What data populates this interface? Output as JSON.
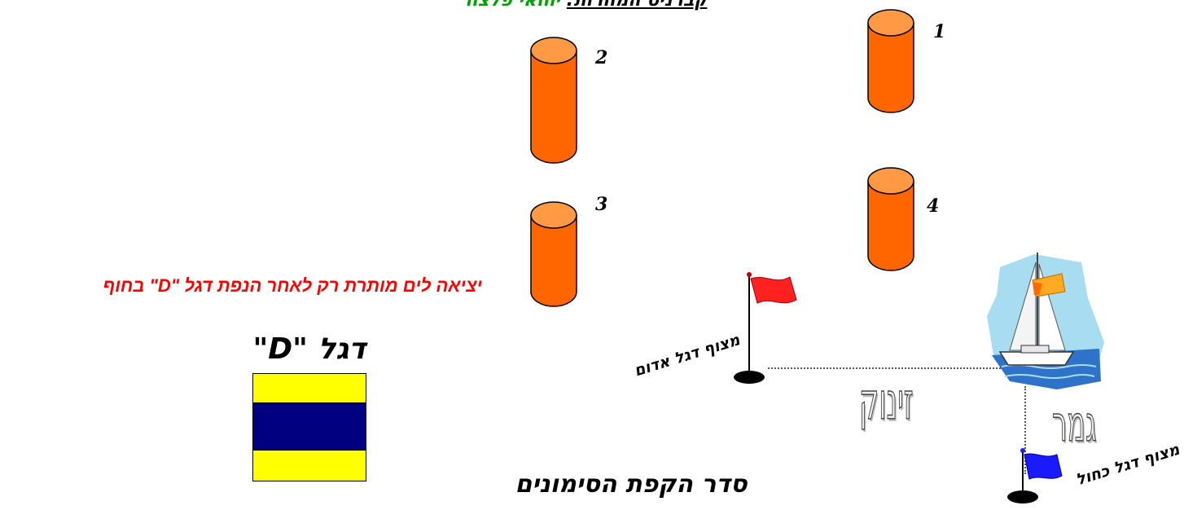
{
  "header": {
    "label": "קברניט המחרות:",
    "value": "יוחאי פלצח"
  },
  "buoys": [
    {
      "number": "1",
      "color": "#ff6600"
    },
    {
      "number": "2",
      "color": "#ff6600"
    },
    {
      "number": "3",
      "color": "#ff6600"
    },
    {
      "number": "4",
      "color": "#ff6600"
    }
  ],
  "rule_text": "יציאה לים מותרת רק לאחר הנפת דגל \"D\" בחוף",
  "flag_d": {
    "title": "דגל \"D\"",
    "colors": [
      "#ffff00",
      "#000080",
      "#ffff00"
    ]
  },
  "red_buoy_label": "מצוף דגל אדום",
  "blue_buoy_label": "מצוף דגל כחול",
  "start_label": "זינוק",
  "finish_label": "גמר",
  "order_text": "סדר הקפת הסימונים",
  "colors": {
    "flag_red": "#ff2020",
    "flag_blue": "#1a1aff",
    "buoy": "#ff6600",
    "buoy_top": "#ff9944"
  }
}
